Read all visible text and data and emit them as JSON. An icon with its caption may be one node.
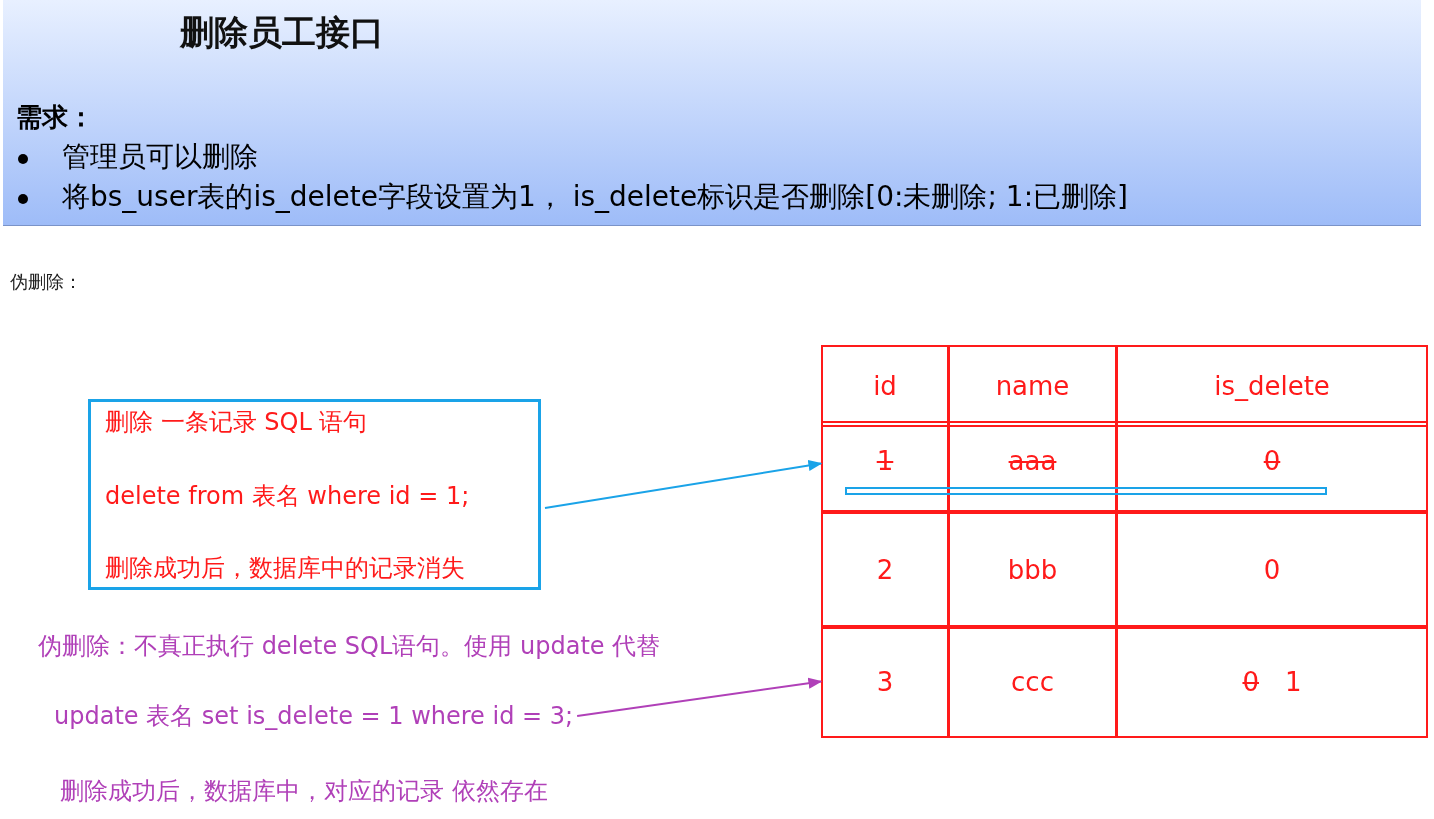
{
  "diagram": {
    "title": "删除员工接口",
    "nodes": [
      {
        "text": [
          "删除 一条记录 SQL 语句",
          "delete from 表名 where id = 1;",
          "删除成功后，数据库中的记录消失"
        ]
      },
      {
        "text": [
          "id",
          "name",
          "is_delete"
        ]
      },
      {
        "text": [
          "1",
          "aaa",
          "0"
        ]
      },
      {
        "text": [
          "2",
          "bbb",
          "0"
        ]
      },
      {
        "text": [
          "3",
          "ccc",
          "0",
          "1"
        ]
      },
      {
        "text": [
          "update 表名 set is_delete = 1 where id = 3;"
        ]
      }
    ],
    "edges": [
      {
        "from": 0,
        "to": 2,
        "arrow": "to",
        "color": "#1aa3e8"
      },
      {
        "from": 5,
        "to": 4,
        "arrow": "to",
        "color": "#b040b8"
      }
    ],
    "labels": [
      "需求：",
      "管理员可以删除",
      "将bs_user表的is_delete字段设置为1， is_delete标识是否删除[0:未删除; 1:已删除]",
      "伪删除：",
      "伪删除：不真正执行 delete SQL语句。使用 update 代替",
      "删除成功后，数据库中，对应的记录 依然存在"
    ]
  }
}
